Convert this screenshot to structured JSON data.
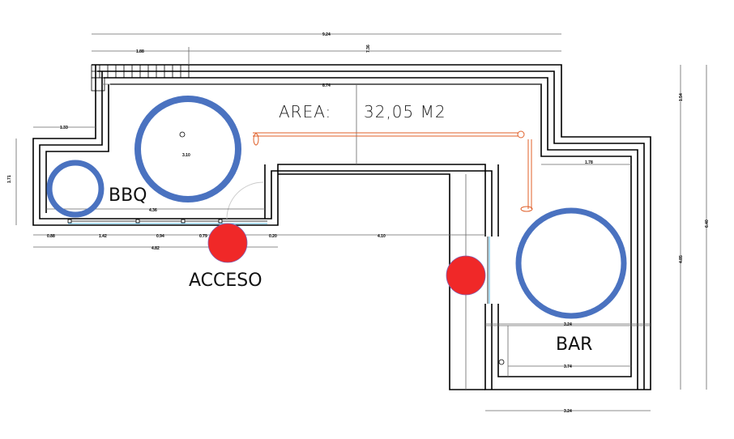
{
  "plan": {
    "area_label": "AREA:",
    "area_value": "32,05 M2",
    "zones": [
      {
        "label": "BBQ"
      },
      {
        "label": "ACCESO"
      },
      {
        "label": "BAR"
      }
    ],
    "dimensions": {
      "total_width": "9.24",
      "stairs_width": "1.88",
      "right_width": "7.36",
      "inner_width": "8.74",
      "left_step": "1.33",
      "left_height": "1.71",
      "circle_dim": "3.10",
      "bbq_inner": "4.36",
      "seg1": "0.88",
      "seg2": "1.42",
      "seg3": "0.94",
      "seg4": "0.79",
      "seg5": "0.20",
      "bottom_left_total": "4.82",
      "mid": "4.10",
      "bar_top": "1.78",
      "bar_width": "3.24",
      "bar_inner": "3.74",
      "bar_bottom": "3.24",
      "right_upper": "1.54",
      "right_lower": "4.85",
      "right_total": "6.40"
    },
    "colors": {
      "zone_circle": "#4a72c0",
      "access_marker": "#f02828",
      "handrail": "#e0602a"
    }
  }
}
